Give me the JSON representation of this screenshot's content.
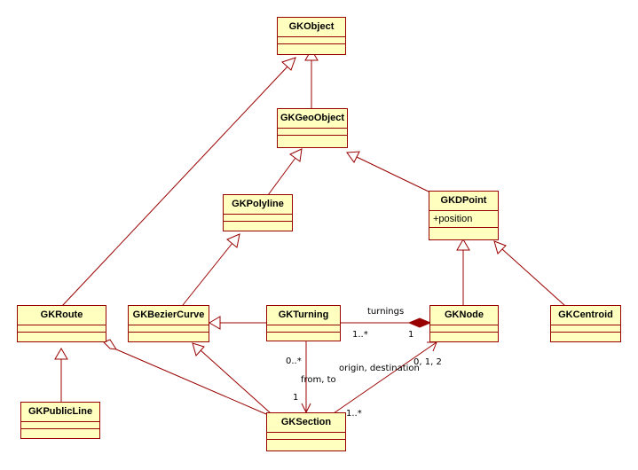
{
  "classes": {
    "gkobject": "GKObject",
    "gkgeoobject": "GKGeoObject",
    "gkpolyline": "GKPolyline",
    "gkdpoint": "GKDPoint",
    "gkdpoint_attr": "+position",
    "gkroute": "GKRoute",
    "gkbeziercurve": "GKBezierCurve",
    "gkturning": "GKTurning",
    "gknode": "GKNode",
    "gkcentroid": "GKCentroid",
    "gkpublicline": "GKPublicLine",
    "gksection": "GKSection"
  },
  "labels": {
    "turnings": "turnings",
    "turning_mult_near": "1..*",
    "node_mult": "1",
    "turning_section_mult_top": "0..*",
    "from_to": "from, to",
    "section_mult_one": "1",
    "origin_destination": "origin, destination",
    "node_section_mult": "0, 1, 2",
    "section_node_mult": "1..*"
  },
  "colors": {
    "line": "#990000",
    "fill": "#ffffc0",
    "text": "#000000"
  }
}
